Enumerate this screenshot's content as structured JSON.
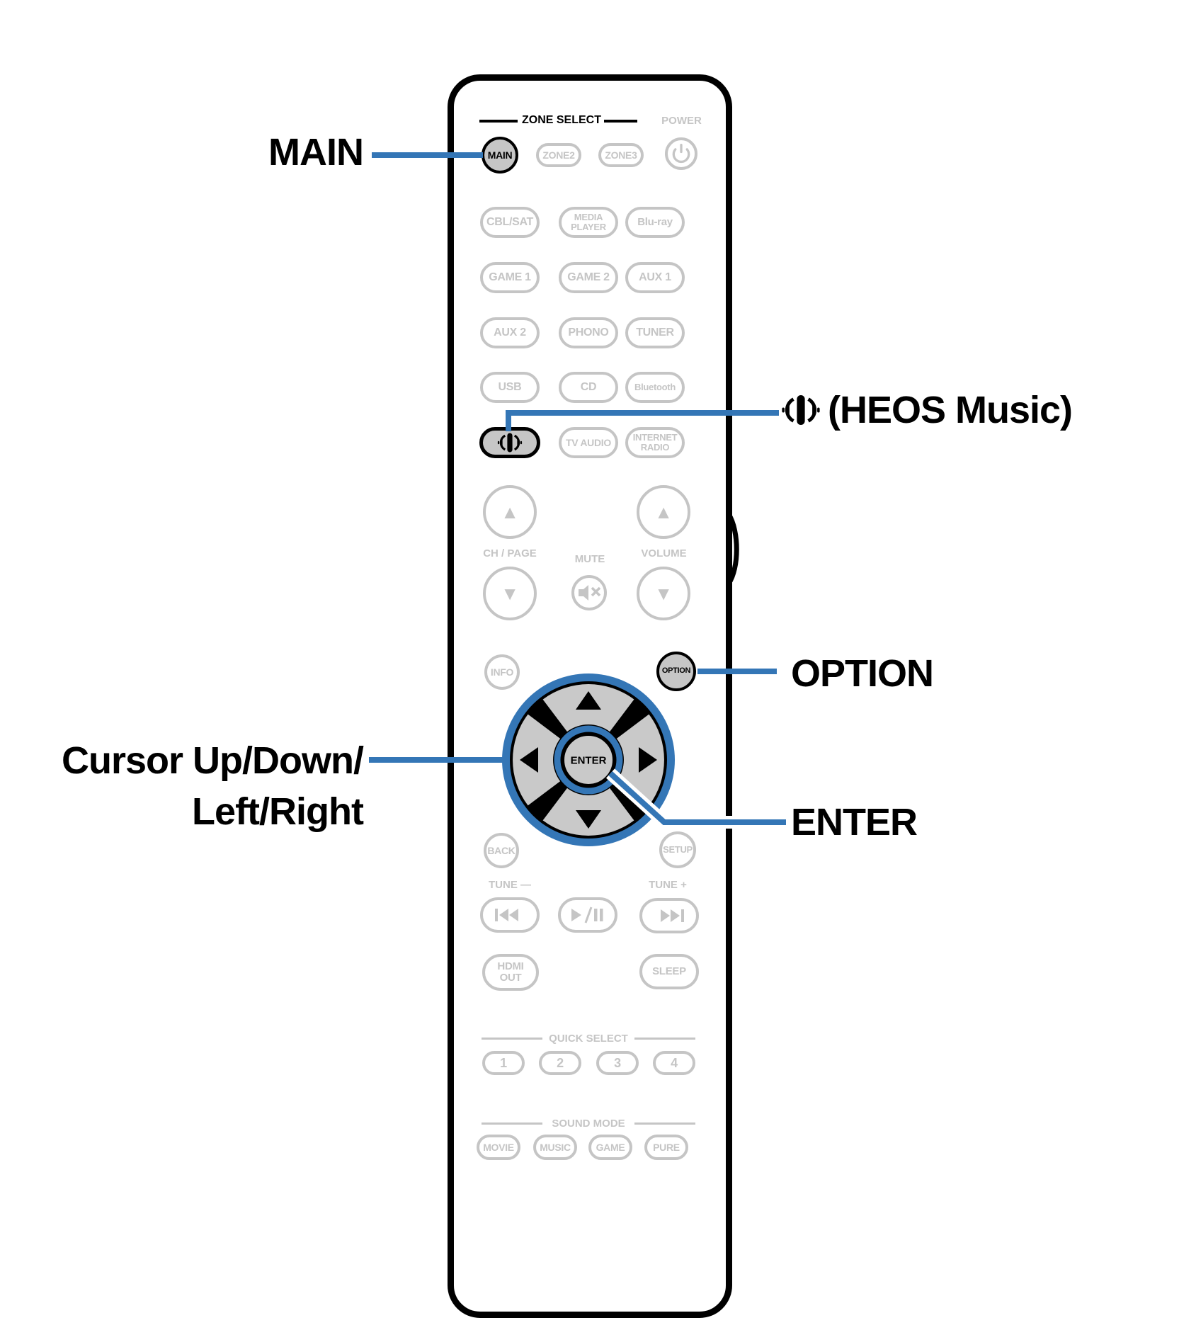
{
  "colors": {
    "callout_blue": "#3476b6",
    "inactive_gray": "#c5c5c5",
    "active_button_fill": "#c6c6c6",
    "pad_black": "#000000"
  },
  "callouts": {
    "main": "MAIN",
    "heos": "(HEOS Music)",
    "option": "OPTION",
    "cursor_line1": "Cursor Up/Down/",
    "cursor_line2": "Left/Right",
    "enter": "ENTER"
  },
  "remote": {
    "headers": {
      "zone_select": "ZONE SELECT",
      "power": "POWER",
      "quick_select": "QUICK SELECT",
      "sound_mode": "SOUND MODE"
    },
    "zone_row": {
      "main": "MAIN",
      "zone2": "ZONE2",
      "zone3": "ZONE3"
    },
    "sources": [
      "CBL/SAT",
      "MEDIA\nPLAYER",
      "Blu-ray",
      "GAME 1",
      "GAME 2",
      "AUX 1",
      "AUX 2",
      "PHONO",
      "TUNER",
      "USB",
      "CD",
      "Bluetooth",
      "TV AUDIO",
      "INTERNET\nRADIO"
    ],
    "controls": {
      "ch_page": "CH / PAGE",
      "mute": "MUTE",
      "volume": "VOLUME",
      "info": "INFO",
      "option": "OPTION",
      "enter": "ENTER",
      "back": "BACK",
      "setup": "SETUP",
      "tune_minus": "TUNE —",
      "tune_plus": "TUNE +",
      "hdmi_out": "HDMI\nOUT",
      "sleep": "SLEEP"
    },
    "quick_select": [
      "1",
      "2",
      "3",
      "4"
    ],
    "sound_mode": [
      "MOVIE",
      "MUSIC",
      "GAME",
      "PURE"
    ]
  }
}
